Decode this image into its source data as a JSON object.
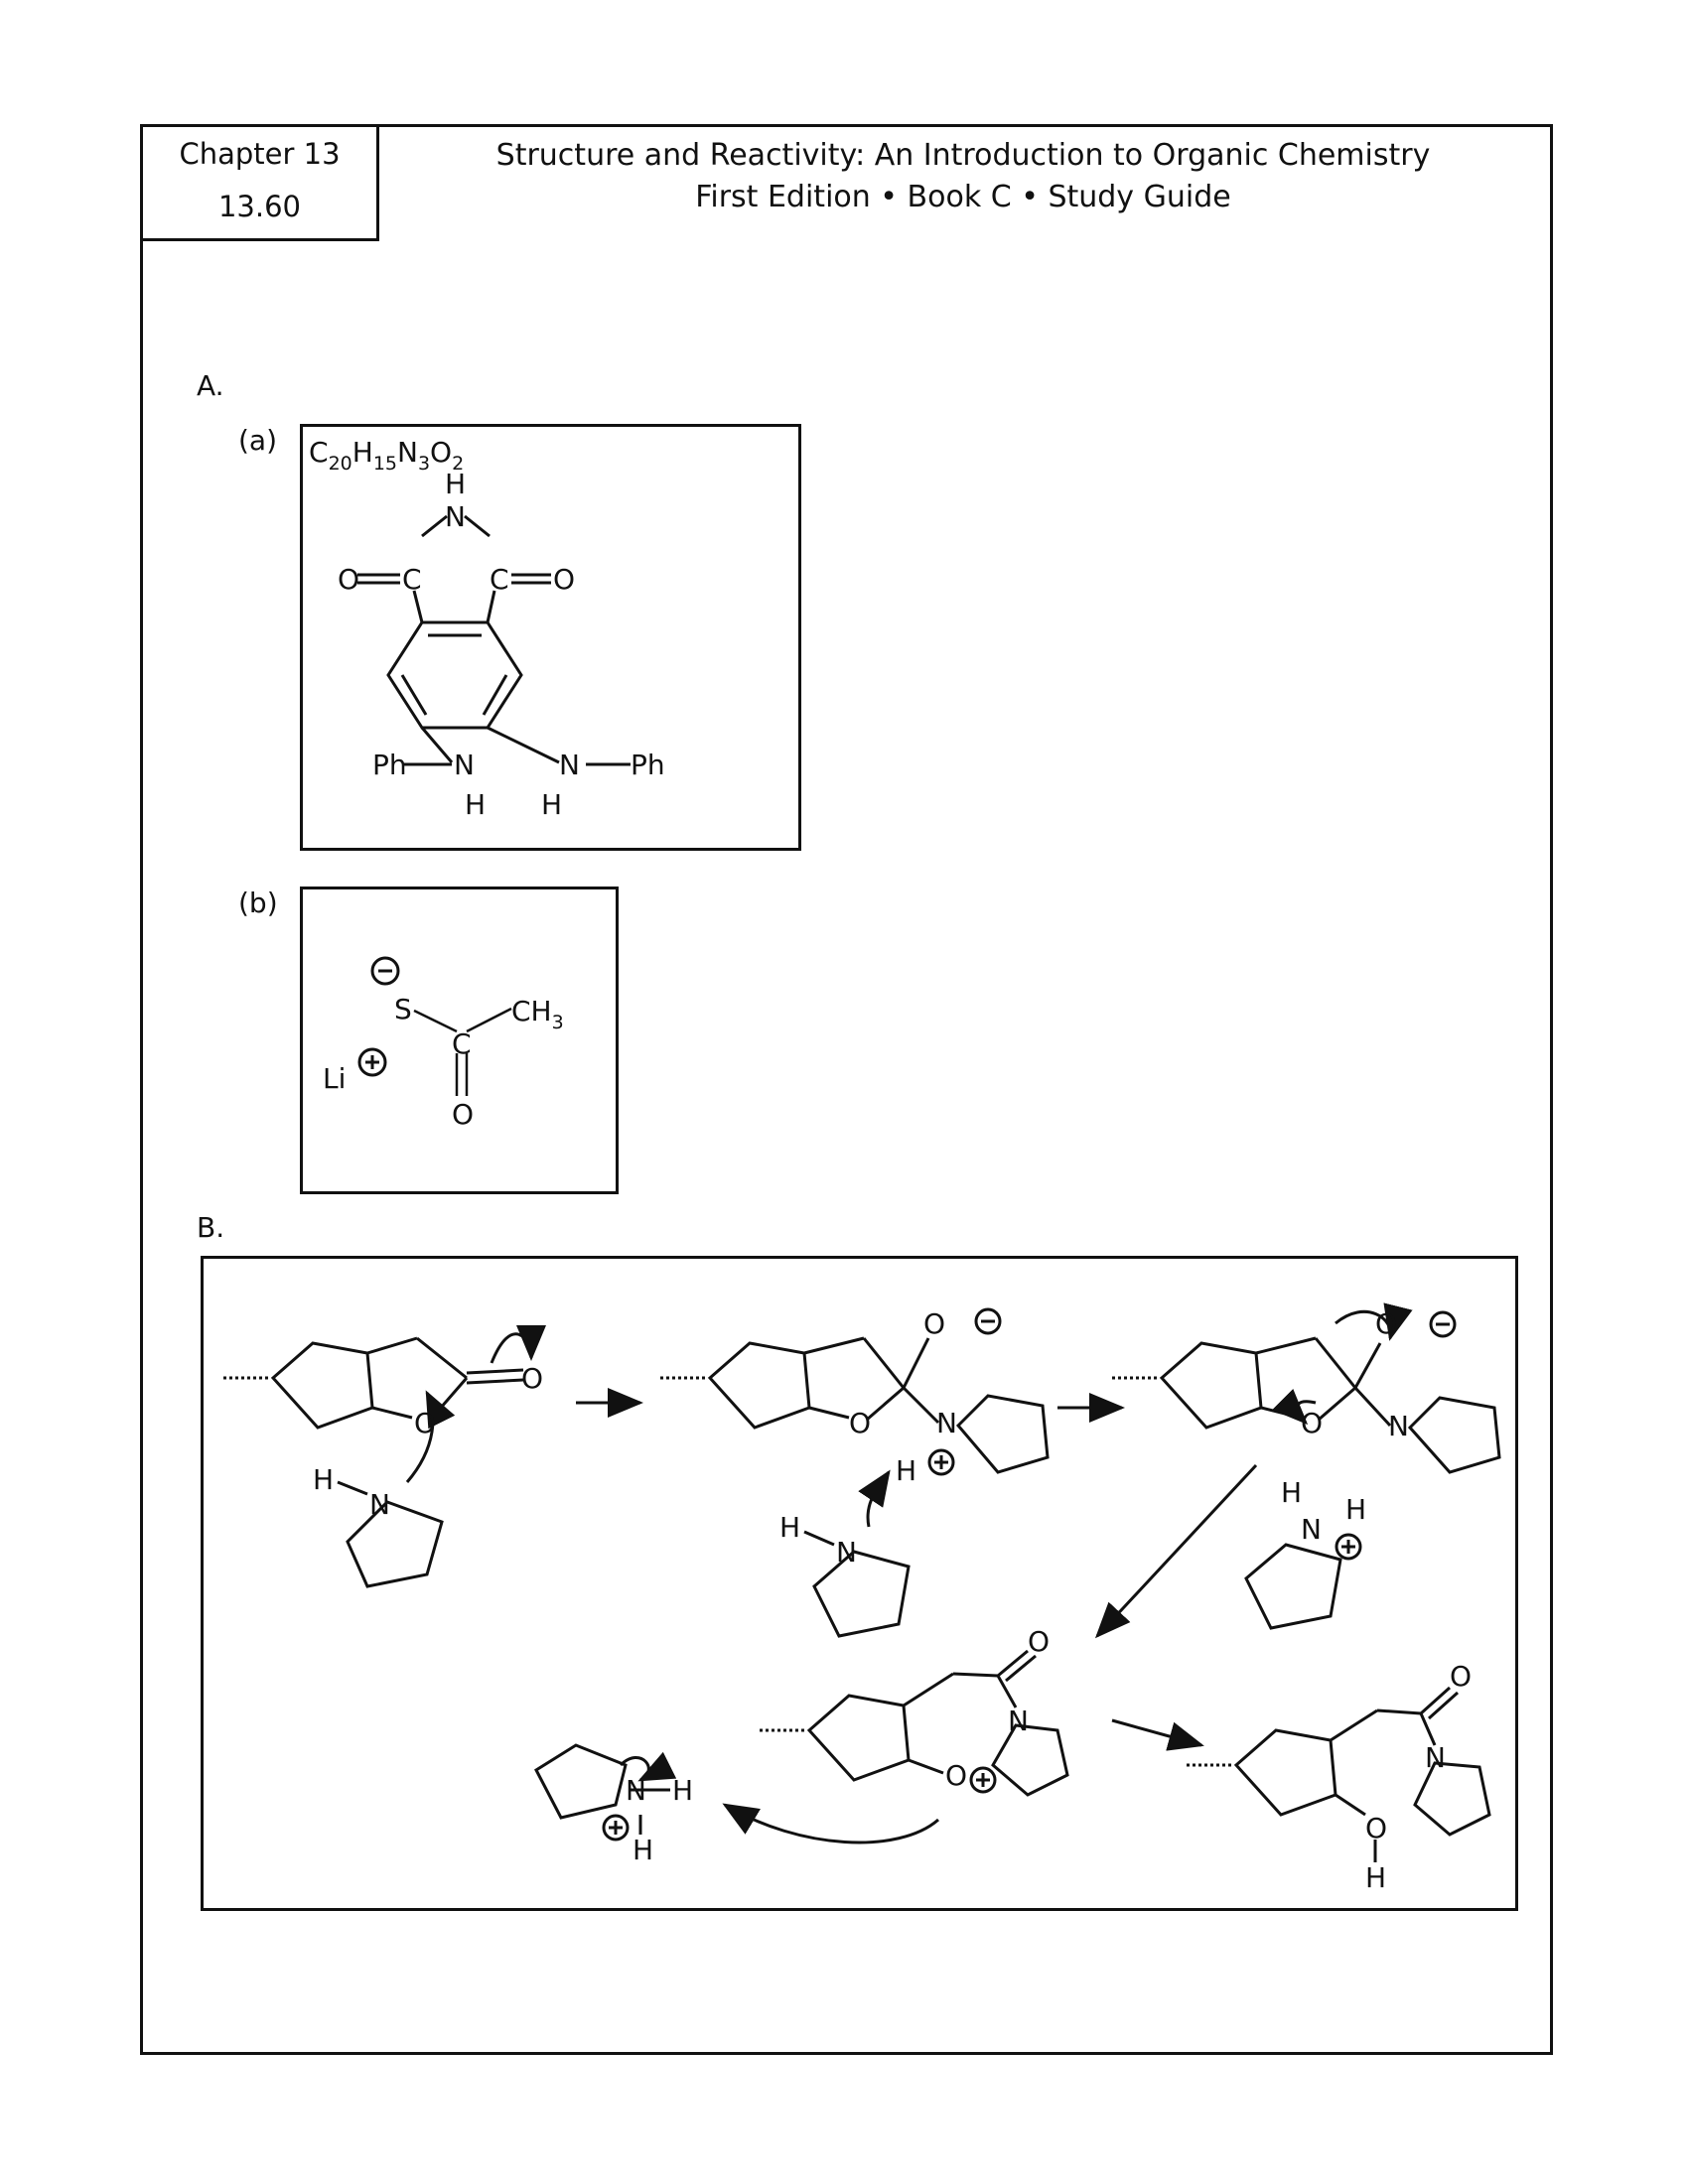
{
  "header": {
    "chapter": "Chapter 13",
    "problem": "13.60",
    "title_line1": "Structure and Reactivity: An Introduction to Organic Chemistry",
    "title_line2": "First Edition • Book C • Study Guide"
  },
  "section_a": {
    "label": "A.",
    "part_a": {
      "label": "(a)",
      "formula": {
        "C": "C",
        "C_n": "20",
        "H": "H",
        "H_n": "15",
        "N": "N",
        "N_n": "3",
        "O": "O",
        "O_n": "2"
      },
      "atoms": {
        "h": "H",
        "n": "N",
        "c": "C",
        "o": "O",
        "ph": "Ph"
      }
    },
    "part_b": {
      "label": "(b)",
      "atoms": {
        "s": "S",
        "c": "C",
        "o": "O",
        "ch3": "CH",
        "ch3_n": "3",
        "li": "Li"
      },
      "charges": {
        "minus": "−",
        "plus": "+"
      }
    }
  },
  "section_b": {
    "label": "B.",
    "atoms": {
      "o": "O",
      "n": "N",
      "h": "H"
    },
    "charges": {
      "minus": "−",
      "plus": "+"
    }
  }
}
